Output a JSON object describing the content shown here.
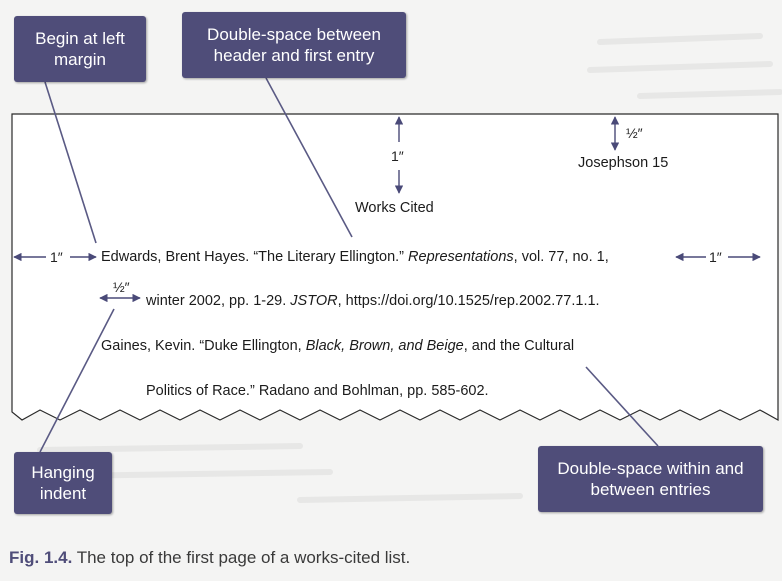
{
  "callouts": {
    "left_margin": "Begin at left margin",
    "double_header": "Double-space between header and first entry",
    "hanging": "Hanging indent",
    "within_between": "Double-space within and between entries"
  },
  "measurements": {
    "half_top": "½″",
    "one_top": "1″",
    "one_left": "1″",
    "one_right": "1″",
    "half_indent": "½″"
  },
  "page": {
    "running_head": "Josephson 15",
    "heading": "Works Cited",
    "entry1_line1_pre": "Edwards, Brent Hayes. “The Literary Ellington.” ",
    "entry1_line1_italic": "Representations",
    "entry1_line1_post": ", vol. 77, no. 1,",
    "entry1_line2_pre": "winter 2002, pp. 1-29. ",
    "entry1_line2_italic": "JSTOR",
    "entry1_line2_post": ", https://doi.org/10.1525/rep.2002.77.1.1.",
    "entry2_line1_pre": "Gaines, Kevin. “Duke Ellington, ",
    "entry2_line1_italic": "Black, Brown, and Beige",
    "entry2_line1_post": ", and the Cultural",
    "entry2_line2": "Politics of Race.” Radano and Bohlman, pp. 585-602."
  },
  "caption": {
    "label": "Fig. 1.4.",
    "text": " The top of the first page of a works-cited list."
  },
  "colors": {
    "callout": "#4f4d79",
    "arrow": "#4a4a78",
    "leader": "#5a5a84"
  }
}
